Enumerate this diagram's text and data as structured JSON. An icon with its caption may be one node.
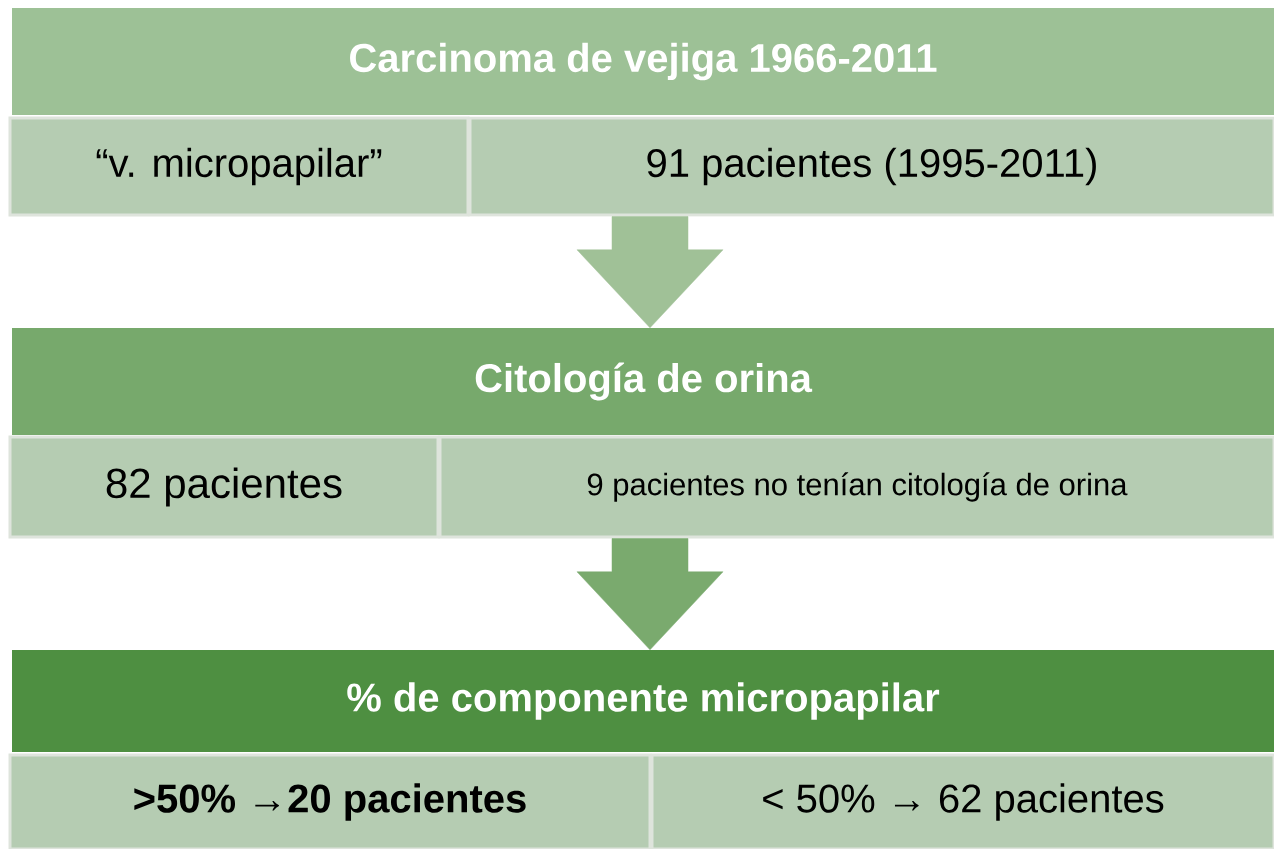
{
  "diagram": {
    "nodes": [
      {
        "text": [
          "Carcinoma de vejiga 1966-2011"
        ]
      },
      {
        "text": [
          "“v. micropapilar”"
        ]
      },
      {
        "text": [
          "91 pacientes (1995-2011)"
        ]
      },
      {
        "text": [
          "Citología de orina"
        ]
      },
      {
        "text": [
          "82 pacientes"
        ]
      },
      {
        "text": [
          "9 pacientes no tenían citología de orina"
        ]
      },
      {
        "text": [
          "% de componente micropapilar"
        ]
      },
      {
        "text": [
          ">50% →20 pacientes"
        ]
      },
      {
        "text": [
          "< 50% → 62 pacientes"
        ]
      }
    ],
    "edges": [
      {
        "from": 2,
        "to": 3,
        "arrow": "to",
        "color": "#a0c197"
      },
      {
        "from": 5,
        "to": 6,
        "arrow": "to",
        "color": "#7aaa6e"
      }
    ]
  }
}
